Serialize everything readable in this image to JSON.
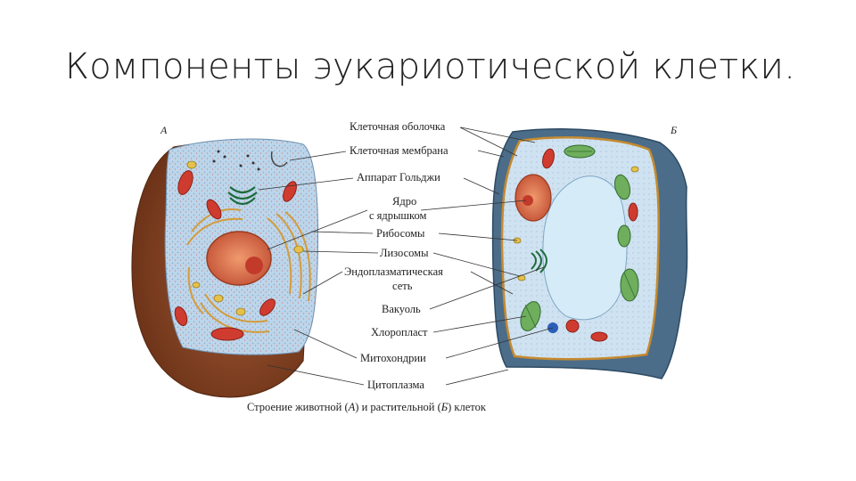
{
  "title": "Компоненты эукариотической клетки.",
  "panel_a": "А",
  "panel_b": "Б",
  "labels": [
    "Клеточная оболочка",
    "Клеточная мембрана",
    "Аппарат Гольджи",
    "Ядро",
    "с ядрышком",
    "Рибосомы",
    "Лизосомы",
    "Эндоплазматическая",
    "сеть",
    "Вакуоль",
    "Хлоропласт",
    "Митохондрии",
    "Цитоплазма"
  ],
  "caption": {
    "part1": "Строение животной (",
    "a": "А",
    "part2": ") и растительной (",
    "b": "Б",
    "part3": ") клеток"
  },
  "colors": {
    "cytoplasm": "#b9d3e8",
    "animal_outer": "#8b4a2a",
    "plant_wall": "#3f5f7a",
    "nucleus": "#d96a4a",
    "vacuole": "#cfe6f4",
    "chloroplast": "#6fae5d",
    "mitochondria": "#c8392d"
  }
}
